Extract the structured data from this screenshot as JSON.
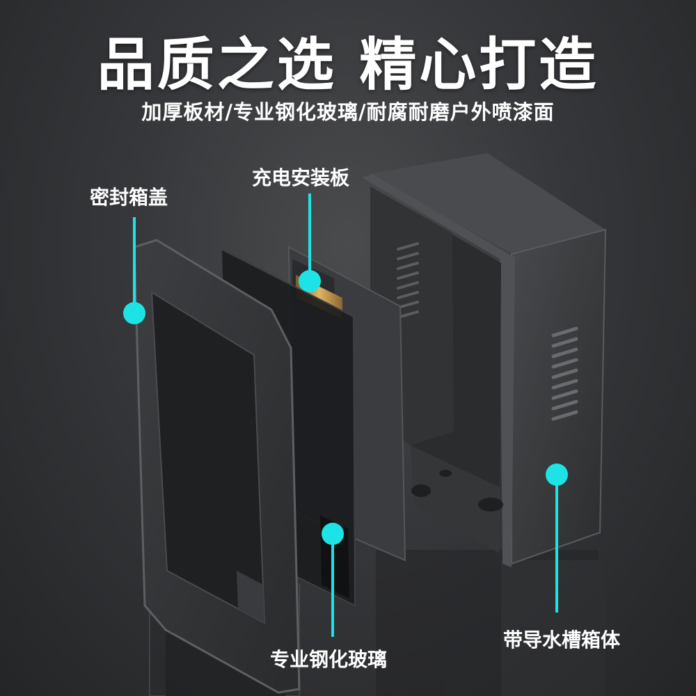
{
  "headline": "品质之选 精心打造",
  "subtitle": "加厚板材/专业钢化玻璃/耐腐耐磨户外喷漆面",
  "callouts": {
    "lid": "密封箱盖",
    "charging_board": "充电安装板",
    "glass": "专业钢化玻璃",
    "box_body": "带导水槽箱体"
  },
  "colors": {
    "accent": "#1ee3e6",
    "metal": "#3a3b3e",
    "background": "#2e2f31"
  }
}
